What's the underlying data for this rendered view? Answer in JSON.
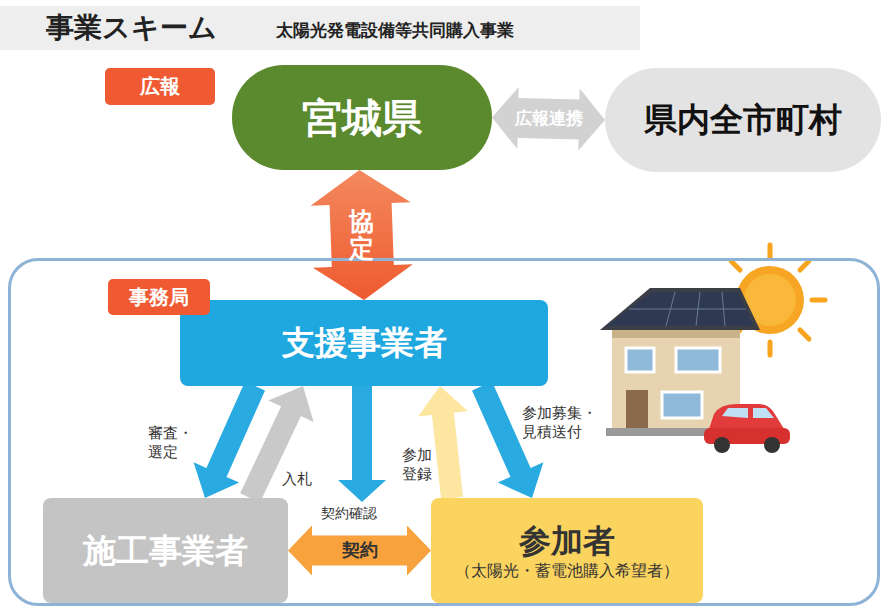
{
  "diagram": {
    "title": "事業スキーム",
    "nodes": [
      {
        "text": [
          "広報",
          "宮城県"
        ]
      },
      {
        "text": [
          "県内全市町村"
        ]
      },
      {
        "text": [
          "事務局"
        ]
      },
      {
        "text": [
          "支援事業者"
        ],
        "in": 2
      },
      {
        "text": [
          "施工事業者"
        ],
        "in": 2
      },
      {
        "text": [
          "参加者",
          "（太陽光・蓄電池購入希望者）"
        ],
        "in": 2
      }
    ],
    "edges": [
      {
        "from": 0,
        "to": 1,
        "label": "広報連携",
        "arrow": "both"
      },
      {
        "from": 0,
        "to": 3,
        "label": "協定",
        "arrow": "both"
      },
      {
        "from": 3,
        "to": 4,
        "label": "審査・ 選定",
        "arrow": "to"
      },
      {
        "from": 4,
        "to": 3,
        "label": "入札",
        "arrow": "to"
      },
      {
        "from": 5,
        "to": 3,
        "label": "参加 登録",
        "arrow": "to"
      },
      {
        "from": 3,
        "to": 5,
        "label": "参加募集・ 見積送付",
        "arrow": "to"
      },
      {
        "from": 4,
        "to": 5,
        "label": "契約",
        "arrow": "both"
      }
    ],
    "labels": [
      "太陽光発電設備等共同購入事業",
      "契約確認"
    ]
  }
}
